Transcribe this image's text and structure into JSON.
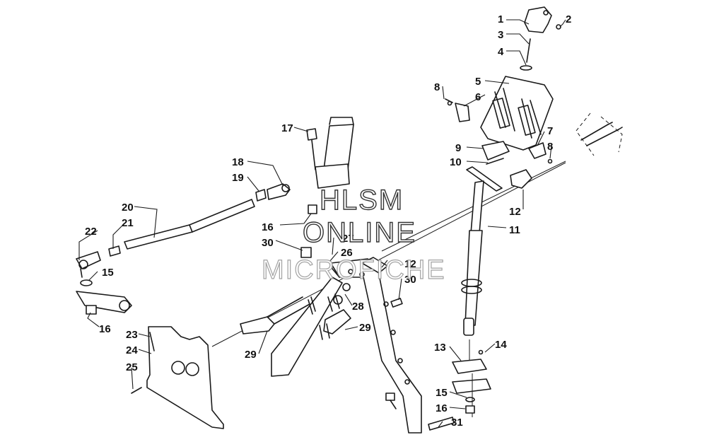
{
  "watermark": {
    "line1": "HLSM",
    "line2": "ONLINE",
    "line3": "MICROFICHE"
  },
  "callouts": {
    "c1": "1",
    "c2": "2",
    "c3": "3",
    "c4": "4",
    "c5": "5",
    "c6": "6",
    "c7": "7",
    "c8a": "8",
    "c8b": "8",
    "c9": "9",
    "c10": "10",
    "c11": "11",
    "c12a": "12",
    "c12b": "12",
    "c13": "13",
    "c14": "14",
    "c15a": "15",
    "c15b": "15",
    "c16a": "16",
    "c16b": "16",
    "c16c": "16",
    "c17": "17",
    "c18": "18",
    "c19": "19",
    "c20": "20",
    "c21": "21",
    "c22": "22",
    "c23": "23",
    "c24": "24",
    "c25": "25",
    "c26": "26",
    "c27": "27",
    "c28": "28",
    "c29a": "29",
    "c29b": "29",
    "c30a": "30",
    "c30b": "30",
    "c31": "31"
  }
}
